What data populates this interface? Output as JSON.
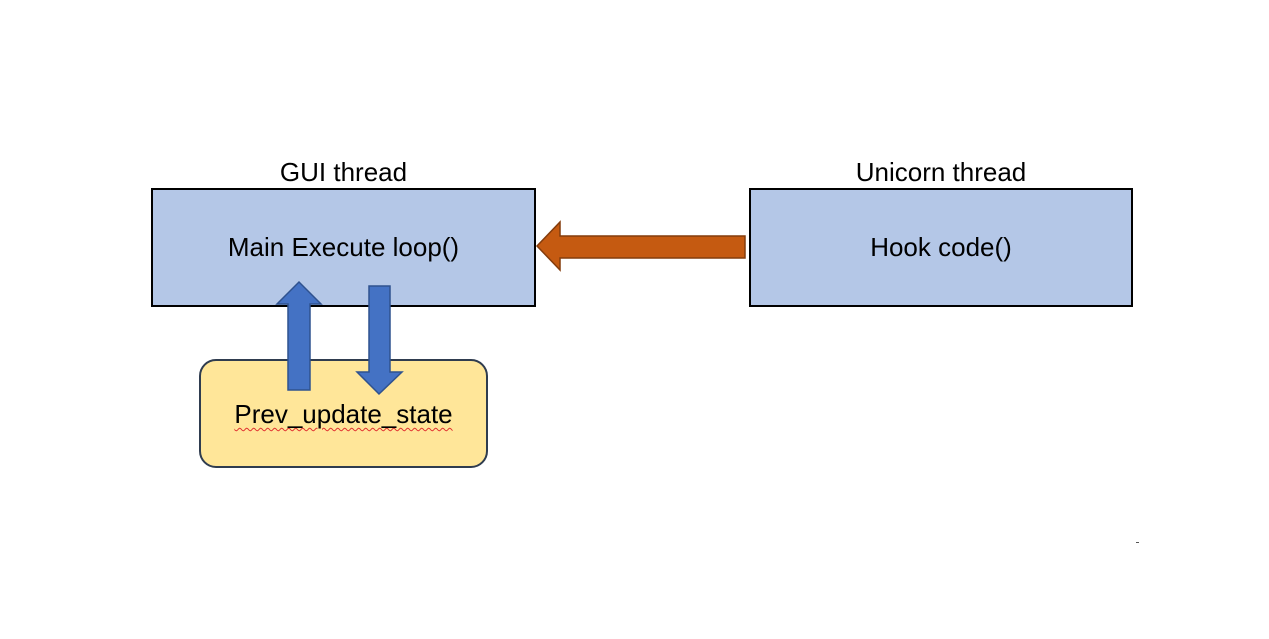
{
  "threads": {
    "gui": {
      "title": "GUI thread",
      "box_label": "Main Execute loop()"
    },
    "unicorn": {
      "title": "Unicorn thread",
      "box_label": "Hook code()"
    }
  },
  "state_box": {
    "label": "Prev_update_state"
  },
  "colors": {
    "thread_box_fill": "#b4c7e7",
    "state_box_fill": "#ffe699",
    "state_box_border": "#2f3c4f",
    "vertical_arrow_fill": "#4472c4",
    "vertical_arrow_border": "#2f528f",
    "horizontal_arrow_fill": "#c55a11",
    "horizontal_arrow_border": "#843c0c"
  },
  "arrows": [
    {
      "from": "state_box",
      "to": "gui_box",
      "direction": "up"
    },
    {
      "from": "gui_box",
      "to": "state_box",
      "direction": "down"
    },
    {
      "from": "unicorn_box",
      "to": "gui_box",
      "direction": "left"
    }
  ]
}
